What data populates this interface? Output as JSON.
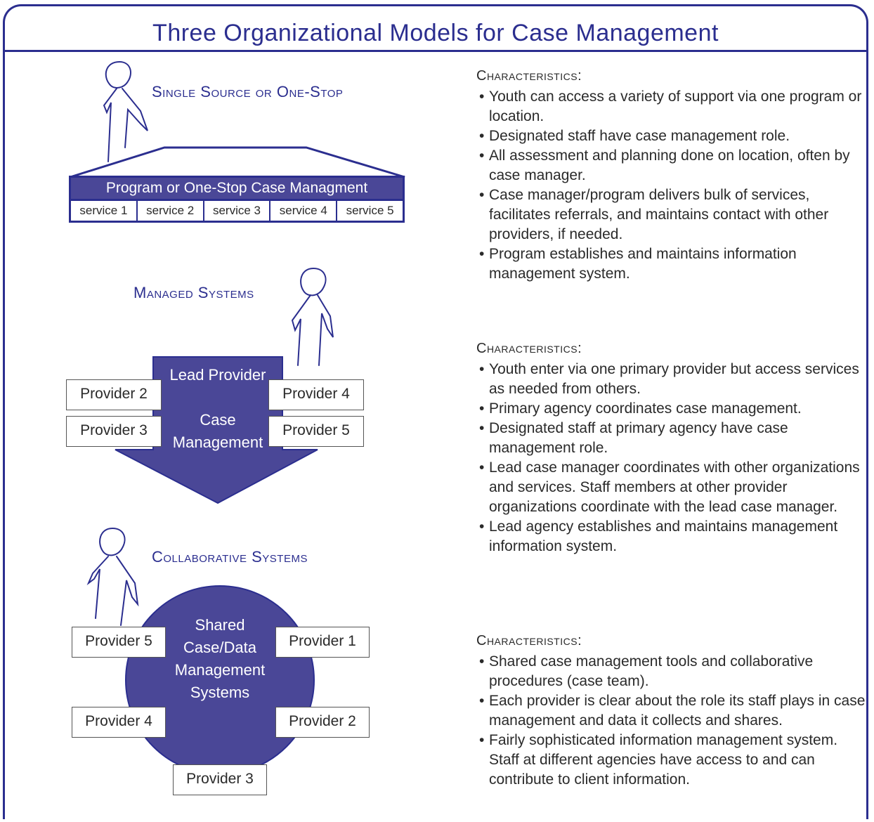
{
  "title": "Three Organizational Models for Case Management",
  "models": [
    {
      "heading": "Single Source or One-Stop",
      "banner": "Program or One-Stop Case Managment",
      "services": [
        "service 1",
        "service 2",
        "service 3",
        "service 4",
        "service 5"
      ],
      "characteristics_heading": "Characteristics:",
      "characteristics": [
        "Youth can access a variety of support via one program or location.",
        "Designated staff have case management role.",
        "All assessment and planning done on location, often by case manager.",
        "Case manager/program delivers bulk of services, facilitates referrals, and maintains contact with other providers, if needed.",
        "Program establishes and maintains information management system."
      ]
    },
    {
      "heading": "Managed Systems",
      "lead_label": "Lead Provider",
      "center_label": [
        "Case",
        "Management"
      ],
      "providers": [
        "Provider 2",
        "Provider 3",
        "Provider 4",
        "Provider 5"
      ],
      "characteristics_heading": "Characteristics:",
      "characteristics": [
        "Youth enter via one primary provider but access services as needed from others.",
        "Primary agency coordinates case management.",
        "Designated staff at primary agency have case management role.",
        "Lead case manager coordinates with other organizations and services. Staff members at other provider organizations coordinate with the lead case manager.",
        "Lead agency establishes and maintains management information system."
      ]
    },
    {
      "heading": "Collaborative Systems",
      "center_label": [
        "Shared",
        "Case/Data",
        "Management",
        "Systems"
      ],
      "providers": [
        "Provider 5",
        "Provider 1",
        "Provider 4",
        "Provider 2",
        "Provider 3"
      ],
      "characteristics_heading": "Characteristics:",
      "characteristics": [
        "Shared case management tools and collaborative procedures (case team).",
        "Each provider is clear about the role its staff plays in case management and data it collects and shares.",
        "Fairly sophisticated information management system. Staff at different agencies have access to and can contribute to client information."
      ]
    }
  ],
  "colors": {
    "accent": "#2b2e8f",
    "fill": "#4a4797"
  }
}
